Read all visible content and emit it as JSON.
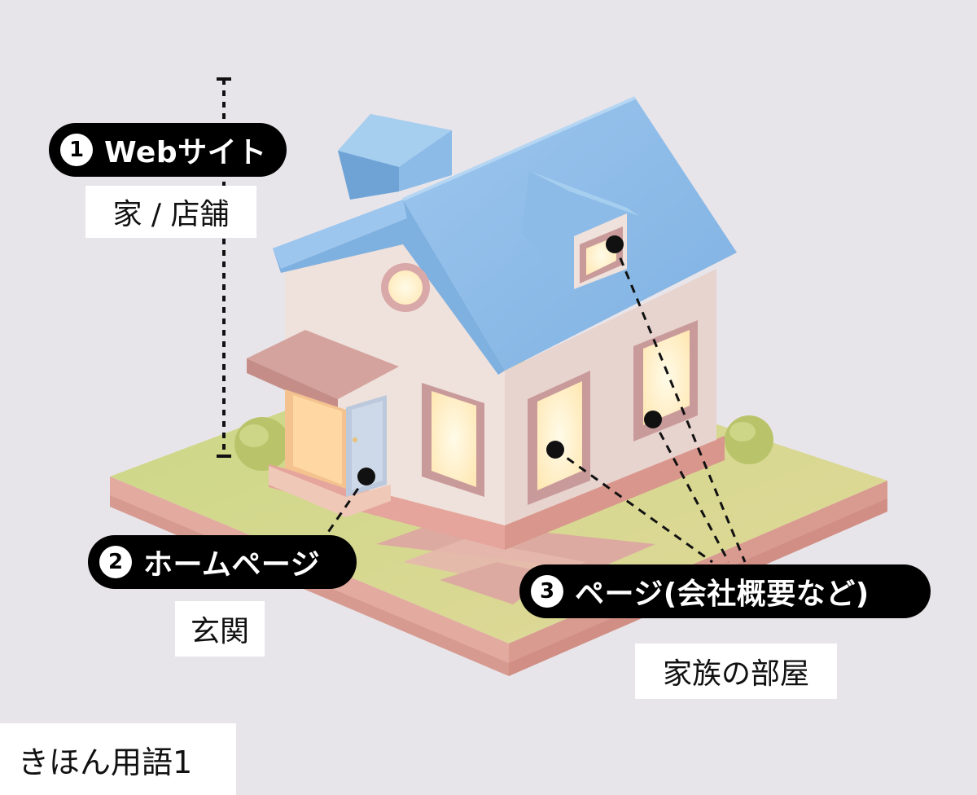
{
  "labels": {
    "website": {
      "number": "1",
      "text": "Webサイト",
      "sub": "家 / 店舗"
    },
    "homepage": {
      "number": "2",
      "text": "ホームページ",
      "sub": "玄関"
    },
    "page": {
      "number": "3",
      "text": "ページ(会社概要など)",
      "sub": "家族の部屋"
    }
  },
  "footer": {
    "title": "きほん用語1"
  },
  "illustration": {
    "subject": "isometric house on grass tile",
    "colors": {
      "background": "#e8e5ea",
      "roof": "#8dbbe8",
      "wall": "#efe1dc",
      "window_frame": "#c99a9a",
      "window_glow": "#fff4d6",
      "grass": "#d2d98d",
      "base": "#e3aaa0",
      "label_bg": "#000000",
      "label_text": "#ffffff"
    }
  }
}
